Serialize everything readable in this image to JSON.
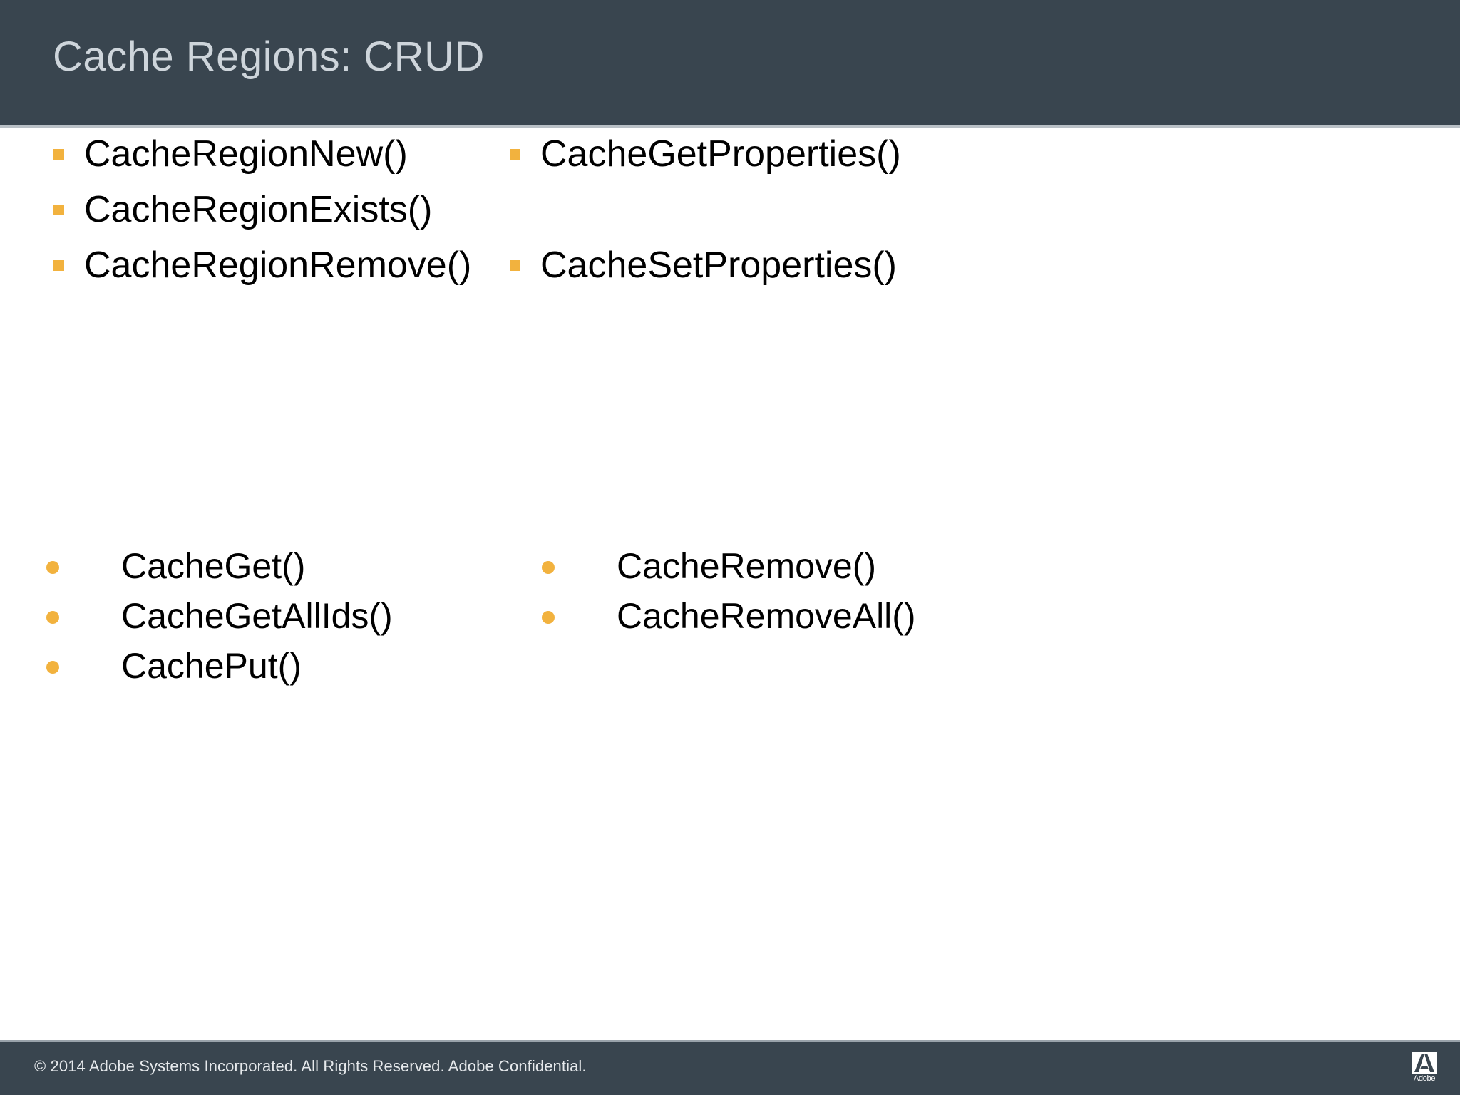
{
  "header": {
    "title": "Cache Regions: CRUD",
    "background_color": "#39454f",
    "title_color": "#ced5db"
  },
  "theme": {
    "bullet_color": "#f2b23e",
    "text_color": "#000000",
    "slide_background": "#ffffff"
  },
  "region_api": {
    "bullet_style": "square",
    "left_column": [
      {
        "label": "CacheRegionNew()"
      },
      {
        "label": "CacheRegionExists()"
      },
      {
        "label": "CacheRegionRemove()"
      }
    ],
    "right_column": [
      {
        "label": "CacheGetProperties()"
      },
      {
        "label": "CacheSetProperties()"
      }
    ]
  },
  "item_api": {
    "bullet_style": "round",
    "left_column": [
      {
        "label": "CacheGet()"
      },
      {
        "label": "CacheGetAllIds()"
      },
      {
        "label": "CachePut()"
      }
    ],
    "right_column": [
      {
        "label": "CacheRemove()"
      },
      {
        "label": "CacheRemoveAll()"
      }
    ]
  },
  "footer": {
    "copyright": "© 2014 Adobe Systems Incorporated.  All Rights Reserved.  Adobe Confidential.",
    "logo_wordmark": "Adobe",
    "background_color": "#39454f"
  }
}
